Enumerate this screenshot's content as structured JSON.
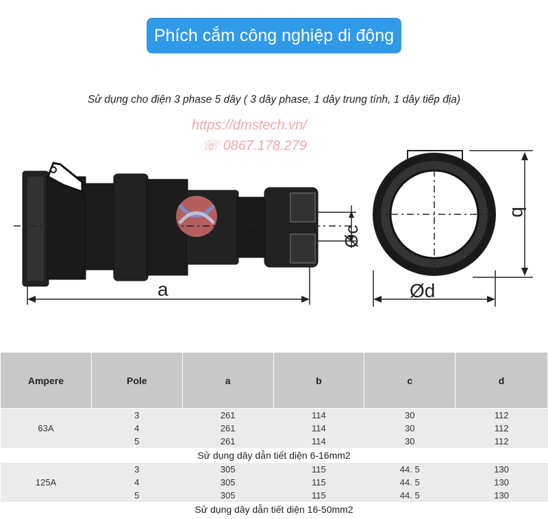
{
  "title": "Phích cắm công nghiệp di động",
  "subtitle": "Sử dụng cho điện 3 phase 5 dây ( 3 dây phase, 1 dây trung tính, 1 dây tiếp địa)",
  "watermark": {
    "url": "https://dmstech.vn/",
    "phone": "☏ 0867.178.279"
  },
  "drawing": {
    "label_a": "a",
    "label_c": "Øc",
    "label_b": "b",
    "label_d": "Ød"
  },
  "table": {
    "headers": [
      "Ampere",
      "Pole",
      "a",
      "b",
      "c",
      "d"
    ],
    "groups": [
      {
        "ampere": "63A",
        "rows": [
          [
            "3",
            "261",
            "114",
            "30",
            "112"
          ],
          [
            "4",
            "261",
            "114",
            "30",
            "112"
          ],
          [
            "5",
            "261",
            "114",
            "30",
            "112"
          ]
        ],
        "note": "Sử dụng dây dẫn tiết diện 6-16mm2"
      },
      {
        "ampere": "125A",
        "rows": [
          [
            "3",
            "305",
            "115",
            "44. 5",
            "130"
          ],
          [
            "4",
            "305",
            "115",
            "44. 5",
            "130"
          ],
          [
            "5",
            "305",
            "115",
            "44. 5",
            "130"
          ]
        ],
        "note": "Sử dụng dây dẫn tiết diện 16-50mm2"
      }
    ]
  }
}
